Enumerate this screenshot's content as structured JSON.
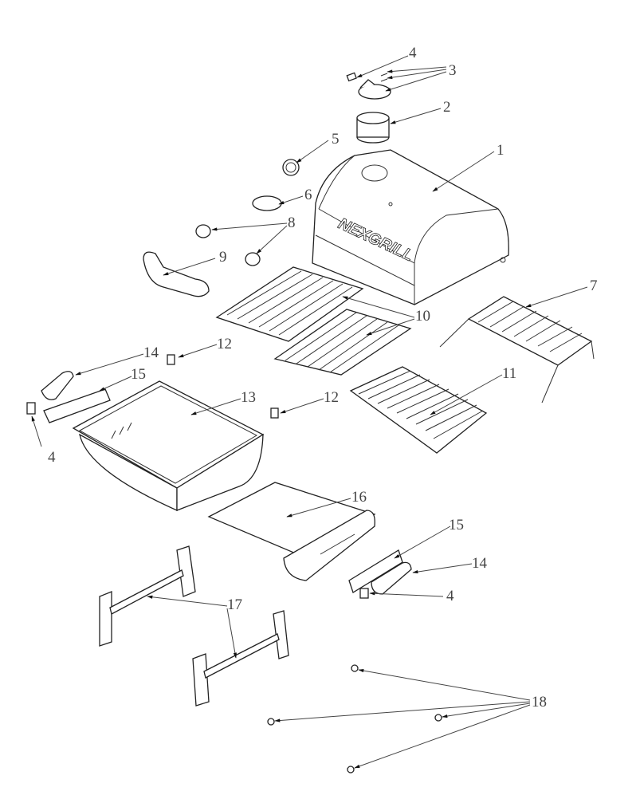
{
  "diagram": {
    "brand": "NEXGRILL",
    "callouts": [
      {
        "part": "4"
      },
      {
        "part": "3"
      },
      {
        "part": "2"
      },
      {
        "part": "5"
      },
      {
        "part": "1"
      },
      {
        "part": "6"
      },
      {
        "part": "8"
      },
      {
        "part": "9"
      },
      {
        "part": "7"
      },
      {
        "part": "10"
      },
      {
        "part": "12"
      },
      {
        "part": "14"
      },
      {
        "part": "15"
      },
      {
        "part": "11"
      },
      {
        "part": "13"
      },
      {
        "part": "12"
      },
      {
        "part": "4"
      },
      {
        "part": "16"
      },
      {
        "part": "15"
      },
      {
        "part": "14"
      },
      {
        "part": "4"
      },
      {
        "part": "17"
      },
      {
        "part": "18"
      }
    ]
  }
}
